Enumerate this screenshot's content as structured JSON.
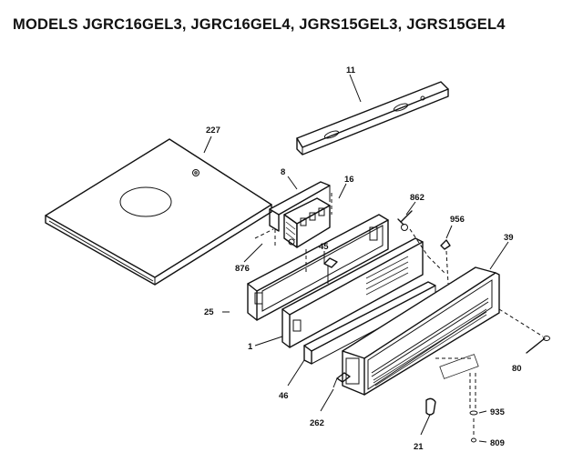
{
  "title": "MODELS JGRC16GEL3, JGRC16GEL4, JGRS15GEL3, JGRS15GEL4",
  "parts": [
    {
      "id": "11",
      "label": "11"
    },
    {
      "id": "227",
      "label": "227"
    },
    {
      "id": "8",
      "label": "8"
    },
    {
      "id": "16",
      "label": "16"
    },
    {
      "id": "862",
      "label": "862"
    },
    {
      "id": "956",
      "label": "956"
    },
    {
      "id": "39",
      "label": "39"
    },
    {
      "id": "876",
      "label": "876"
    },
    {
      "id": "45",
      "label": "45"
    },
    {
      "id": "25",
      "label": "25"
    },
    {
      "id": "1",
      "label": "1"
    },
    {
      "id": "80",
      "label": "80"
    },
    {
      "id": "46",
      "label": "46"
    },
    {
      "id": "262",
      "label": "262"
    },
    {
      "id": "935",
      "label": "935"
    },
    {
      "id": "21",
      "label": "21"
    },
    {
      "id": "809",
      "label": "809"
    }
  ]
}
